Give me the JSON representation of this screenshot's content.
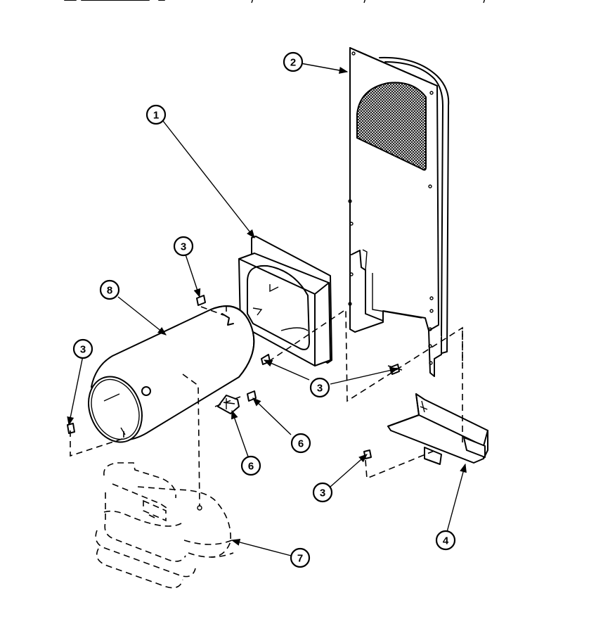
{
  "callouts": {
    "c1": "1",
    "c2": "2",
    "c3a": "3",
    "c3b": "3",
    "c3c": "3",
    "c3d": "3",
    "c4": "4",
    "c6a": "6",
    "c6b": "6",
    "c7": "7",
    "c8": "8"
  },
  "parts": [
    {
      "name": "duct-frame-icon",
      "callout": "1"
    },
    {
      "name": "rear-panel-icon",
      "callout": "2"
    },
    {
      "name": "screw-icon",
      "callout": "3"
    },
    {
      "name": "bracket-icon",
      "callout": "4"
    },
    {
      "name": "thermostat-icon",
      "callout": "6"
    },
    {
      "name": "screw-icon",
      "callout": "6"
    },
    {
      "name": "blower-housing-icon",
      "callout": "7"
    },
    {
      "name": "heater-cylinder-icon",
      "callout": "8"
    }
  ],
  "colors": {
    "line": "#000000",
    "background": "#ffffff"
  }
}
